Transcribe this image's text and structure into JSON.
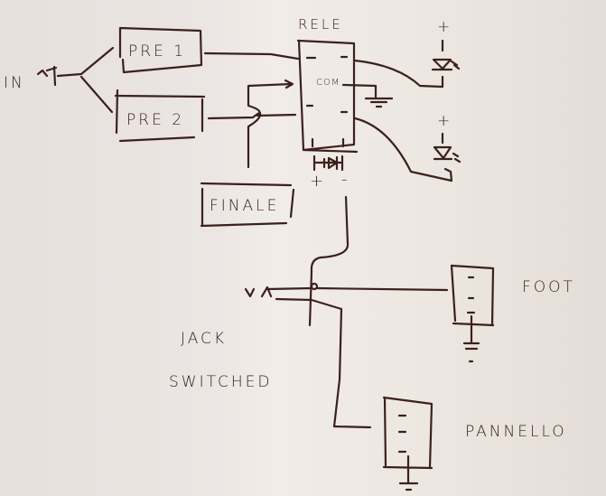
{
  "labels": {
    "input": "IN",
    "pre1": "PRE 1",
    "pre2": "PRE 2",
    "relay": "RELE",
    "com": "COM",
    "finale": "FINALE",
    "relay_plus": "+",
    "relay_minus": "-",
    "led1_plus": "+",
    "led2_plus": "+",
    "jack_line1": "JACK",
    "jack_line2": "SWITCHED",
    "foot": "FOOT",
    "pannello": "PANNELLO"
  },
  "colors": {
    "ink": "#3b211c",
    "paper": "#ebe6e3"
  }
}
